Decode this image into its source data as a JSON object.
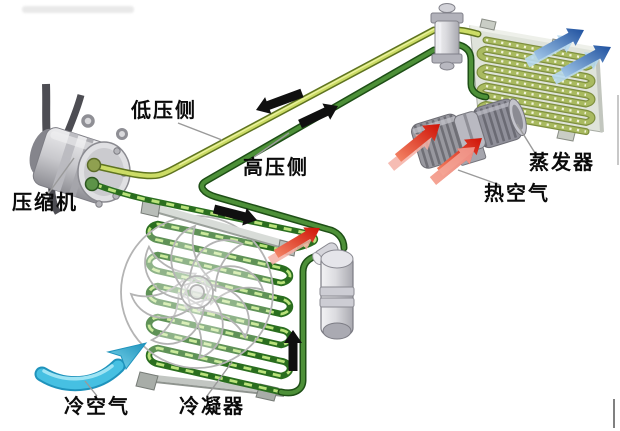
{
  "labels": {
    "compressor": "压缩机",
    "low_pressure_side": "低压侧",
    "high_pressure_side": "高压侧",
    "evaporator": "蒸发器",
    "hot_air": "热空气",
    "cold_air": "冷空气",
    "condenser": "冷凝器"
  },
  "colors": {
    "background": "#ffffff",
    "low_pressure_pipe_core": "#ccdc66",
    "low_pressure_pipe_edge": "#5f7420",
    "high_pressure_pipe_core": "#4d9038",
    "high_pressure_pipe_edge": "#1e4f16",
    "condenser_coil": "#2a6e1f",
    "condenser_coil_dash": "#b9e27a",
    "evaporator_coil": "#7e8f3e",
    "evaporator_coil_dot": "#f2f4da",
    "flow_arrow_black": "#101010",
    "hot_air_red": "#cf1206",
    "hot_air_red_light": "#f5b0a6",
    "cold_air_blue_dark": "#1d4f9e",
    "cold_air_blue_light": "#b8d9f0",
    "cool_air_cyan": "#46c0e2",
    "metal_light": "#e6e6e8",
    "metal_dark": "#77777d",
    "label_text": "#0b0b0b",
    "leader_line": "#9a9a9a"
  }
}
